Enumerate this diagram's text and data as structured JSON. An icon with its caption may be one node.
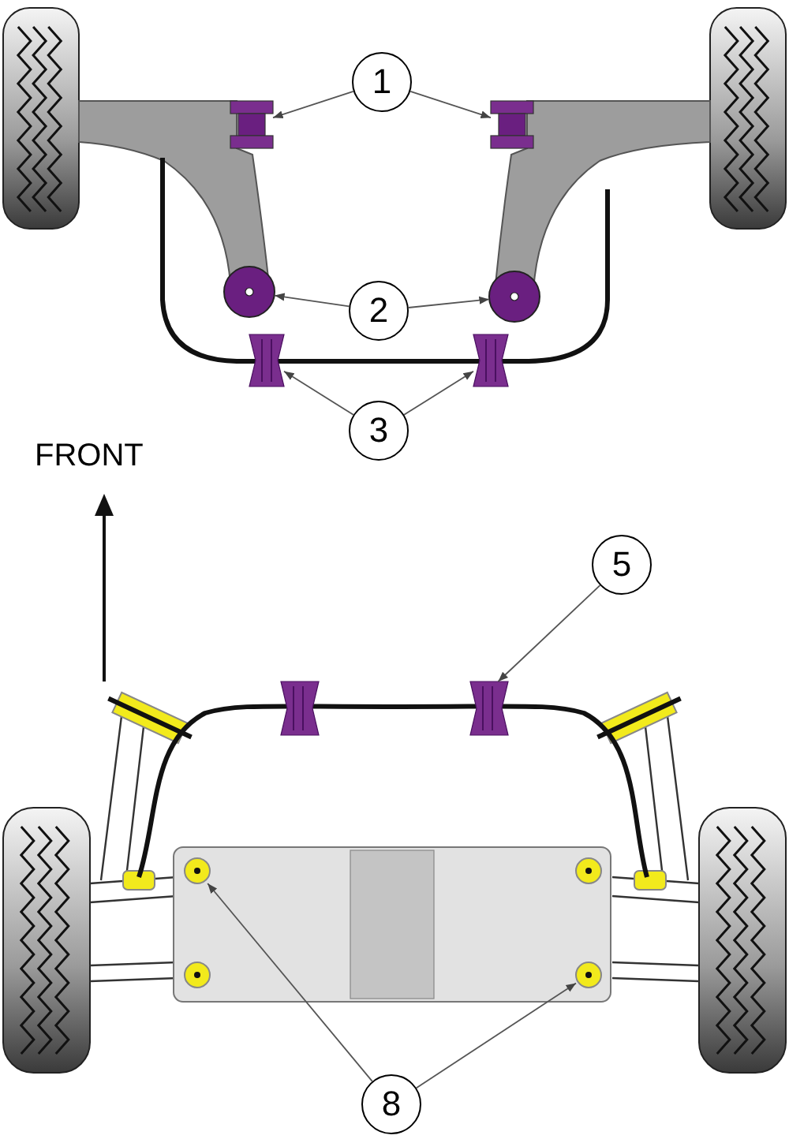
{
  "diagram": {
    "nodes": [
      {
        "text": [
          "1"
        ]
      },
      {
        "text": [
          "2"
        ]
      },
      {
        "text": [
          "3"
        ]
      },
      {
        "text": [
          "5"
        ]
      },
      {
        "text": [
          "8"
        ]
      },
      {
        "text": [],
        "shape": "picture"
      },
      {
        "text": [],
        "shape": "picture"
      },
      {
        "text": [],
        "shape": "picture"
      },
      {
        "text": [],
        "shape": "picture"
      },
      {
        "text": [],
        "shape": "picture"
      },
      {
        "text": [],
        "shape": "picture"
      },
      {
        "text": [],
        "shape": "picture"
      },
      {
        "text": [],
        "shape": "picture"
      },
      {
        "text": [],
        "shape": "picture"
      }
    ],
    "edges": [
      {
        "from": 0,
        "to": 5,
        "arrow": "to"
      },
      {
        "from": 0,
        "to": 6,
        "arrow": "to"
      },
      {
        "from": 1,
        "to": 7,
        "arrow": "to"
      },
      {
        "from": 1,
        "to": 8,
        "arrow": "to"
      },
      {
        "from": 2,
        "to": 9,
        "arrow": "to"
      },
      {
        "from": 2,
        "to": 10,
        "arrow": "to"
      },
      {
        "from": 3,
        "to": 11,
        "arrow": "to"
      },
      {
        "from": 4,
        "to": 12,
        "arrow": "to"
      },
      {
        "from": 4,
        "to": 13,
        "arrow": "to"
      }
    ],
    "labels": [
      "FRONT"
    ]
  }
}
